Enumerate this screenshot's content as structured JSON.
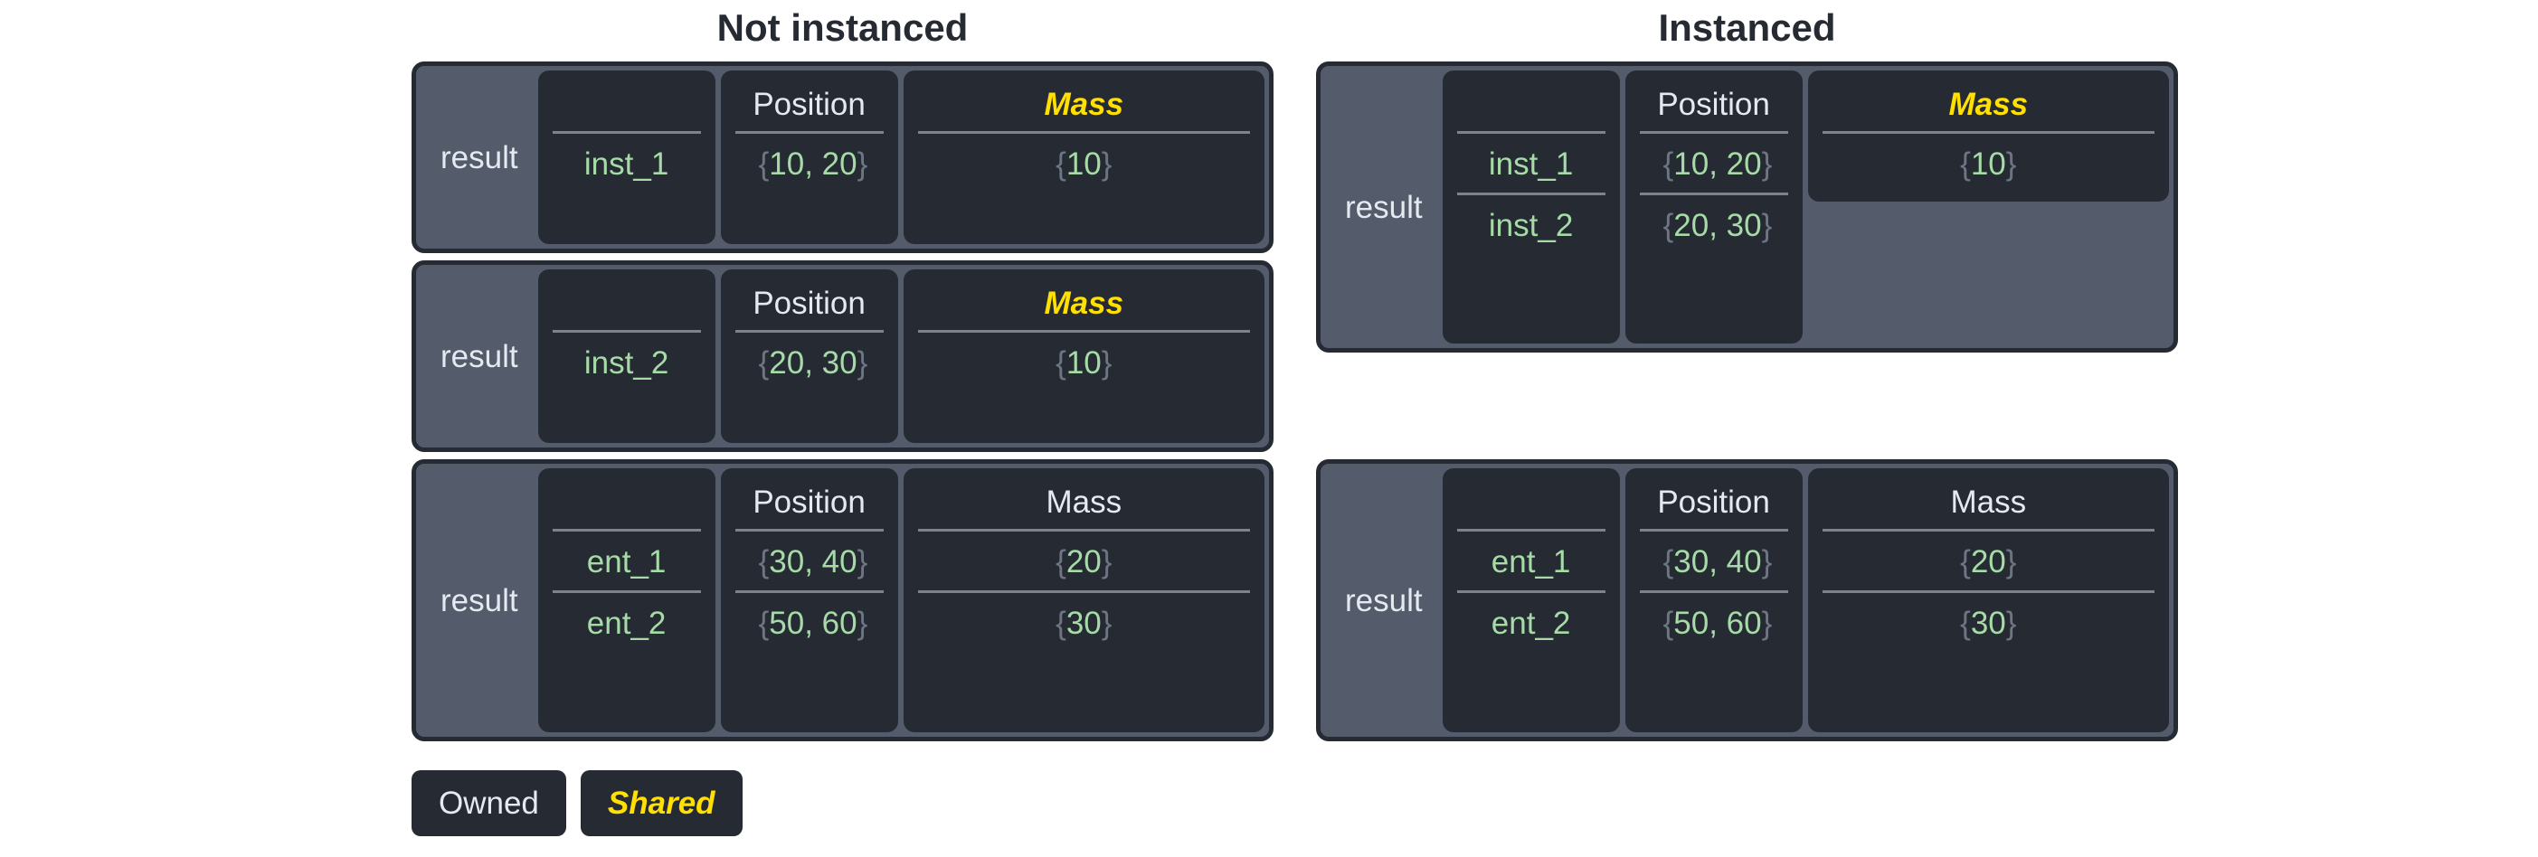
{
  "headings": {
    "left": "Not instanced",
    "right": "Instanced"
  },
  "labels": {
    "result": "result"
  },
  "columns": {
    "name": "",
    "position": "Position",
    "mass": "Mass"
  },
  "colors": {
    "page_background": "#ffffff",
    "heading_text": "#252a33",
    "card_background": "#545b6b",
    "card_border": "#262a33",
    "column_background": "#262a33",
    "owned_text": "#e5e9f0",
    "shared_text": "#ffe000",
    "value_text": "#a6dba8",
    "brace_text": "#6e7683",
    "separator": "#7c828e"
  },
  "legend": {
    "owned": "Owned",
    "shared": "Shared"
  },
  "cards": [
    {
      "id": "left-card-1",
      "panel": "not-instanced",
      "label": "result",
      "columns": [
        {
          "key": "name",
          "title": "",
          "shared": false,
          "values": [
            "inst_1"
          ]
        },
        {
          "key": "position",
          "title": "Position",
          "shared": false,
          "values": [
            "{10, 20}"
          ]
        },
        {
          "key": "mass",
          "title": "Mass",
          "shared": true,
          "values": [
            "{10}"
          ]
        }
      ]
    },
    {
      "id": "left-card-2",
      "panel": "not-instanced",
      "label": "result",
      "columns": [
        {
          "key": "name",
          "title": "",
          "shared": false,
          "values": [
            "inst_2"
          ]
        },
        {
          "key": "position",
          "title": "Position",
          "shared": false,
          "values": [
            "{20, 30}"
          ]
        },
        {
          "key": "mass",
          "title": "Mass",
          "shared": true,
          "values": [
            "{10}"
          ]
        }
      ]
    },
    {
      "id": "left-card-3",
      "panel": "not-instanced",
      "label": "result",
      "columns": [
        {
          "key": "name",
          "title": "",
          "shared": false,
          "values": [
            "ent_1",
            "ent_2"
          ]
        },
        {
          "key": "position",
          "title": "Position",
          "shared": false,
          "values": [
            "{30, 40}",
            "{50, 60}"
          ]
        },
        {
          "key": "mass",
          "title": "Mass",
          "shared": false,
          "values": [
            "{20}",
            "{30}"
          ]
        }
      ]
    },
    {
      "id": "right-card-1",
      "panel": "instanced",
      "label": "result",
      "columns": [
        {
          "key": "name",
          "title": "",
          "shared": false,
          "values": [
            "inst_1",
            "inst_2"
          ]
        },
        {
          "key": "position",
          "title": "Position",
          "shared": false,
          "values": [
            "{10, 20}",
            "{20, 30}"
          ]
        },
        {
          "key": "mass",
          "title": "Mass",
          "shared": true,
          "values": [
            "{10}"
          ]
        }
      ]
    },
    {
      "id": "right-card-2",
      "panel": "instanced",
      "label": "result",
      "columns": [
        {
          "key": "name",
          "title": "",
          "shared": false,
          "values": [
            "ent_1",
            "ent_2"
          ]
        },
        {
          "key": "position",
          "title": "Position",
          "shared": false,
          "values": [
            "{30, 40}",
            "{50, 60}"
          ]
        },
        {
          "key": "mass",
          "title": "Mass",
          "shared": false,
          "values": [
            "{20}",
            "{30}"
          ]
        }
      ]
    }
  ]
}
